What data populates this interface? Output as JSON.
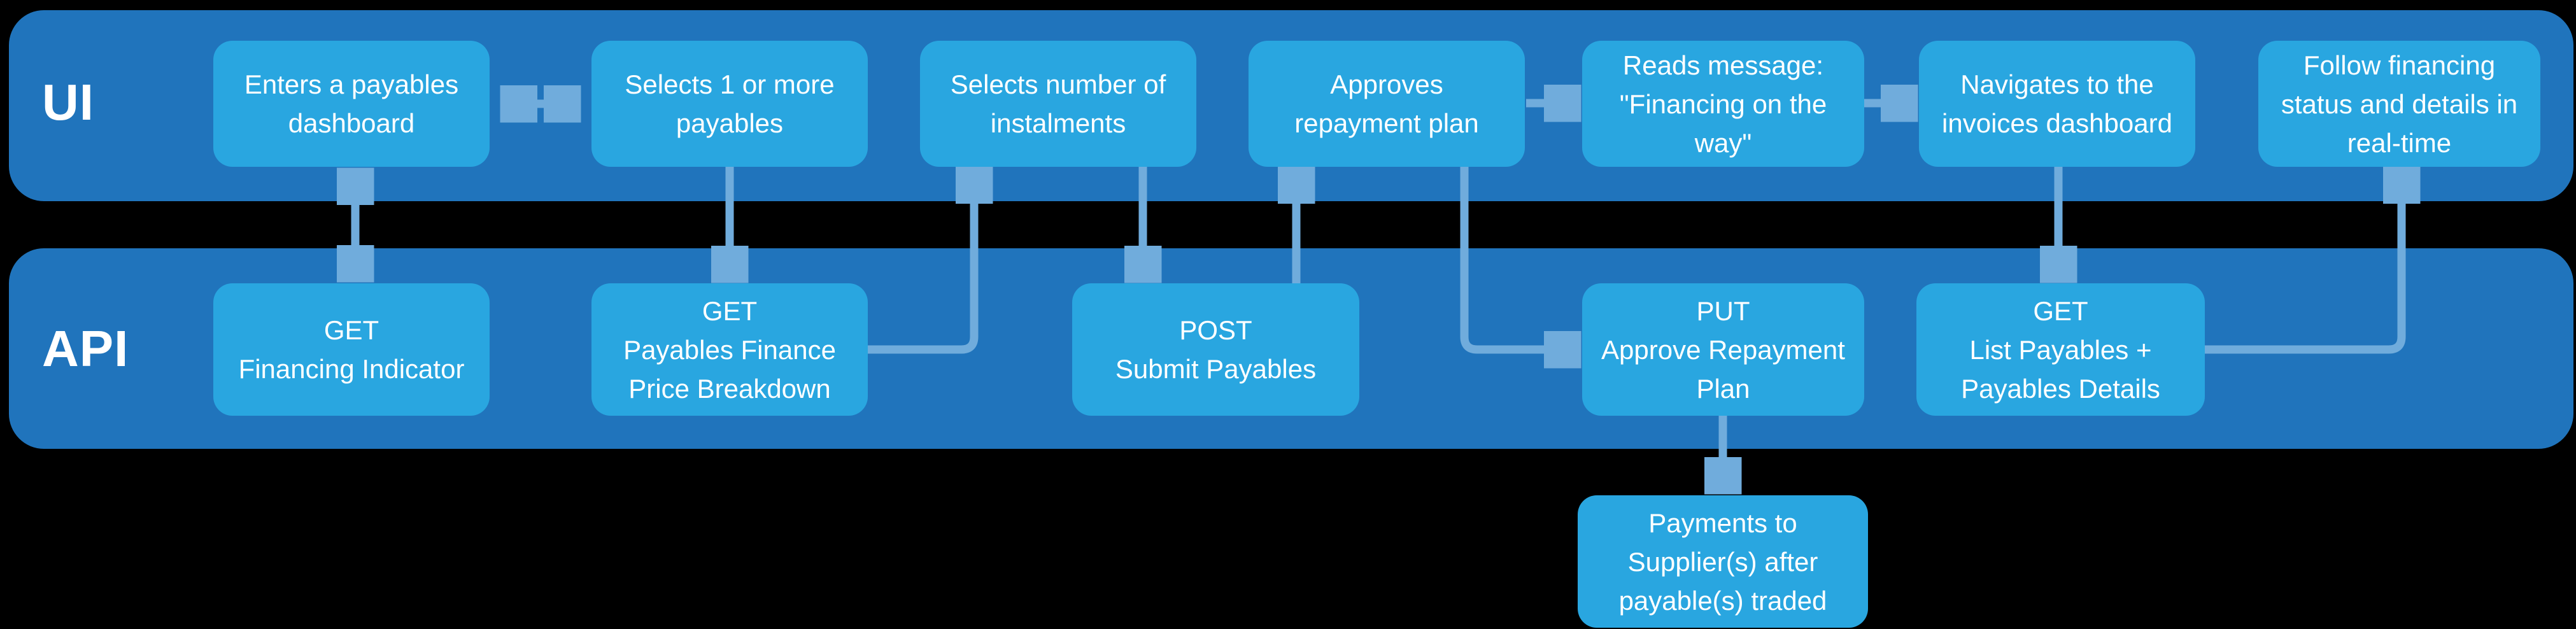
{
  "colors": {
    "background": "#000000",
    "lane_bg": "#2074BC",
    "node_bg": "#29A6E0",
    "connector": "#70ACDC",
    "text": "#FFFFFF"
  },
  "lanes": {
    "ui": {
      "label": "UI"
    },
    "api": {
      "label": "API"
    }
  },
  "ui_boxes": [
    {
      "id": "enters-payables-dashboard",
      "text": "Enters a payables\ndashboard"
    },
    {
      "id": "selects-payables",
      "text": "Selects 1 or more\npayables"
    },
    {
      "id": "selects-instalments",
      "text": "Selects number of\ninstalments"
    },
    {
      "id": "approves-repayment-plan",
      "text": "Approves\nrepayment plan"
    },
    {
      "id": "reads-message",
      "text": "Reads message:\n\"Financing on the\nway\""
    },
    {
      "id": "navigates-invoices-dashboard",
      "text": "Navigates to the\ninvoices dashboard"
    },
    {
      "id": "follow-financing-status",
      "text": "Follow financing\nstatus and details in\nreal-time"
    }
  ],
  "api_boxes": [
    {
      "id": "get-financing-indicator",
      "text": "GET\nFinancing Indicator"
    },
    {
      "id": "get-payables-finance-price-breakdown",
      "text": "GET\nPayables Finance\nPrice Breakdown"
    },
    {
      "id": "post-submit-payables",
      "text": "POST\nSubmit Payables"
    },
    {
      "id": "put-approve-repayment-plan",
      "text": "PUT\nApprove Repayment\nPlan"
    },
    {
      "id": "get-list-payables-details",
      "text": "GET\nList Payables +\nPayables Details"
    }
  ],
  "external_boxes": [
    {
      "id": "payments-to-supplier",
      "text": "Payments to\nSupplier(s) after\npayable(s) traded"
    }
  ],
  "connectors": [
    {
      "from": "enters-payables-dashboard",
      "to": "selects-payables",
      "style": "double-arrow"
    },
    {
      "from": "enters-payables-dashboard",
      "to": "get-financing-indicator",
      "style": "double-arrow"
    },
    {
      "from": "selects-payables",
      "to": "get-payables-finance-price-breakdown",
      "style": "arrow"
    },
    {
      "from": "get-payables-finance-price-breakdown",
      "to": "selects-instalments",
      "style": "elbow-arrow"
    },
    {
      "from": "selects-instalments",
      "to": "post-submit-payables",
      "style": "arrow"
    },
    {
      "from": "post-submit-payables",
      "to": "approves-repayment-plan",
      "style": "arrow"
    },
    {
      "from": "approves-repayment-plan",
      "to": "put-approve-repayment-plan",
      "style": "elbow-arrow"
    },
    {
      "from": "approves-repayment-plan",
      "to": "reads-message",
      "style": "arrow"
    },
    {
      "from": "reads-message",
      "to": "navigates-invoices-dashboard",
      "style": "arrow"
    },
    {
      "from": "navigates-invoices-dashboard",
      "to": "get-list-payables-details",
      "style": "arrow"
    },
    {
      "from": "get-list-payables-details",
      "to": "follow-financing-status",
      "style": "elbow-arrow"
    },
    {
      "from": "put-approve-repayment-plan",
      "to": "payments-to-supplier",
      "style": "arrow"
    }
  ]
}
